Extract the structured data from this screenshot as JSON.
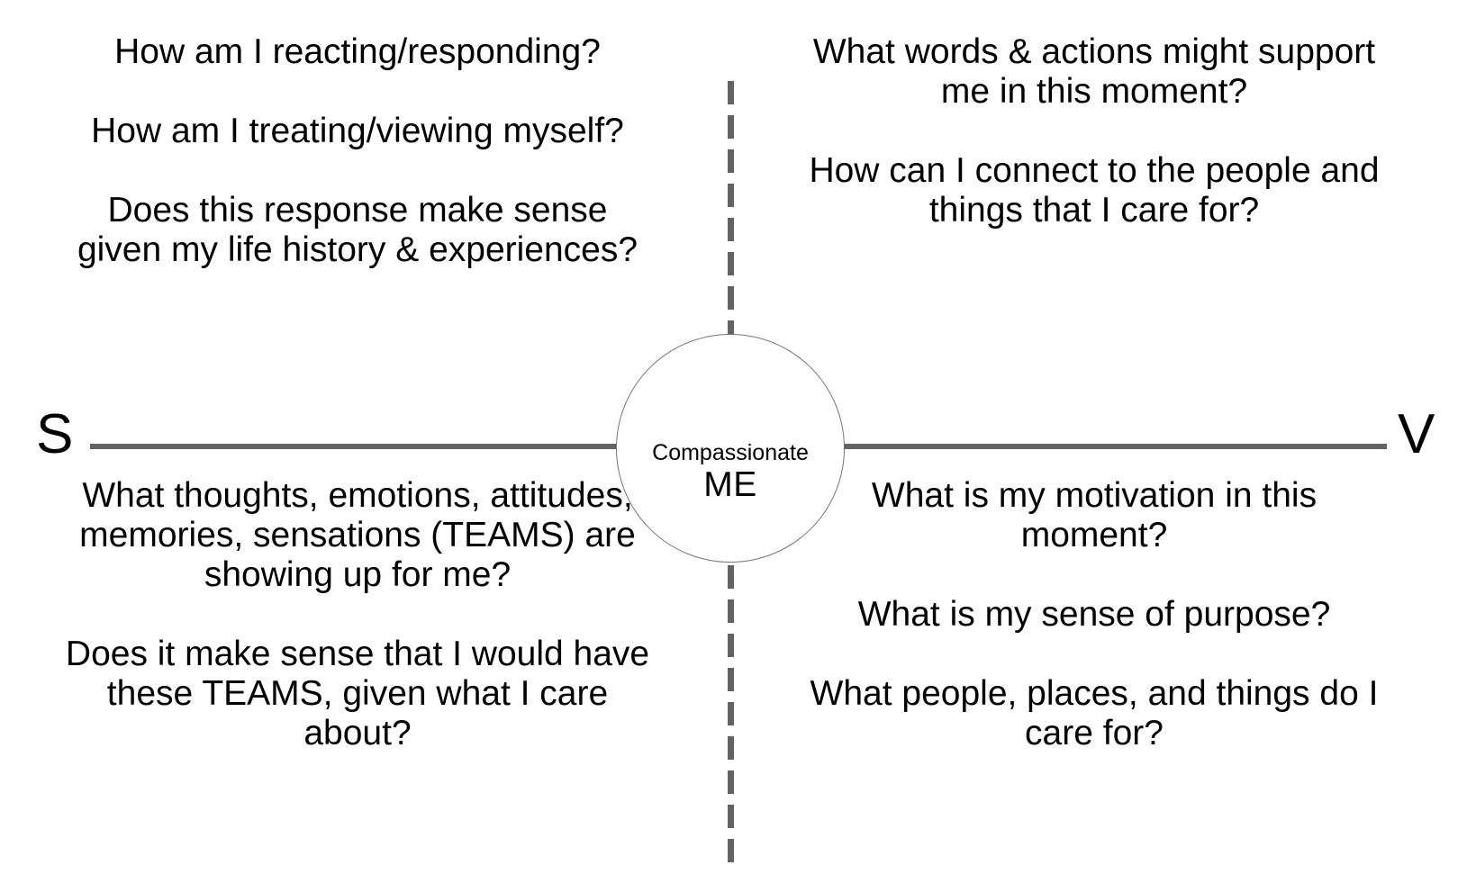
{
  "diagram": {
    "title": "Compassionate ME quadrant reflection diagram",
    "center": {
      "top_label": "Compassionate",
      "main_label": "ME"
    },
    "axis": {
      "left_label": "S",
      "right_label": "V",
      "horizontal_color": "#636363",
      "vertical_color": "#636363",
      "circle_stroke_color": "#767676"
    },
    "quadrants": {
      "top_left": {
        "prompts": [
          "How am I reacting/responding?",
          "How am I treating/viewing myself?",
          "Does this response make sense given my life history & experiences?"
        ]
      },
      "top_right": {
        "prompts": [
          "What words & actions might support me in this moment?",
          "How can I connect to the people and things that I care for?"
        ]
      },
      "bottom_left": {
        "prompts": [
          "What thoughts, emotions, attitudes, memories, sensations (TEAMS) are showing up for me?",
          "Does it make sense that I would have these TEAMS, given what I care about?"
        ]
      },
      "bottom_right": {
        "prompts": [
          "What is my motivation in this moment?",
          "What is my sense of purpose?",
          "What people, places, and things do I care for?"
        ]
      }
    }
  }
}
